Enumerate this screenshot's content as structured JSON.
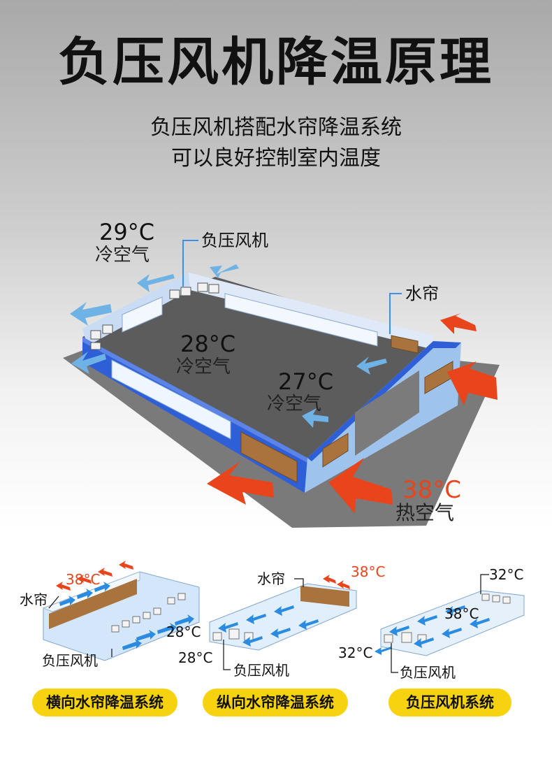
{
  "title": "负压风机降温原理",
  "subtitle": [
    "负压风机搭配水帘降温系统",
    "可以良好控制室内温度"
  ],
  "main_diagram": {
    "outside_cold": {
      "temp": "29°C",
      "label": "冷空气"
    },
    "fan_label": "负压风机",
    "curtain_label": "水帘",
    "inside_mid": {
      "temp": "28°C",
      "label": "冷空气"
    },
    "inside_near": {
      "temp": "27°C",
      "label": "冷空气"
    },
    "outside_hot": {
      "temp": "38°C",
      "label": "热空气"
    }
  },
  "systems": [
    {
      "name": "横向水帘降温系统",
      "hot_temp": "38°C",
      "curtain": "水帘",
      "out_temp": "28°C",
      "fan": "负压风机"
    },
    {
      "name": "纵向水帘降温系统",
      "hot_temp": "38°C",
      "curtain": "水帘",
      "out_temp": "28°C",
      "fan": "负压风机"
    },
    {
      "name": "负压风机系统",
      "top_temp": "32°C",
      "mid_temp": "38°C",
      "out_temp": "32°C",
      "fan": "负压风机"
    }
  ],
  "colors": {
    "cold_arrow": "#6fb3e6",
    "hot_arrow": "#e8451c",
    "wall_blue": "#2f5fd6",
    "pill": "#f7d20f"
  }
}
